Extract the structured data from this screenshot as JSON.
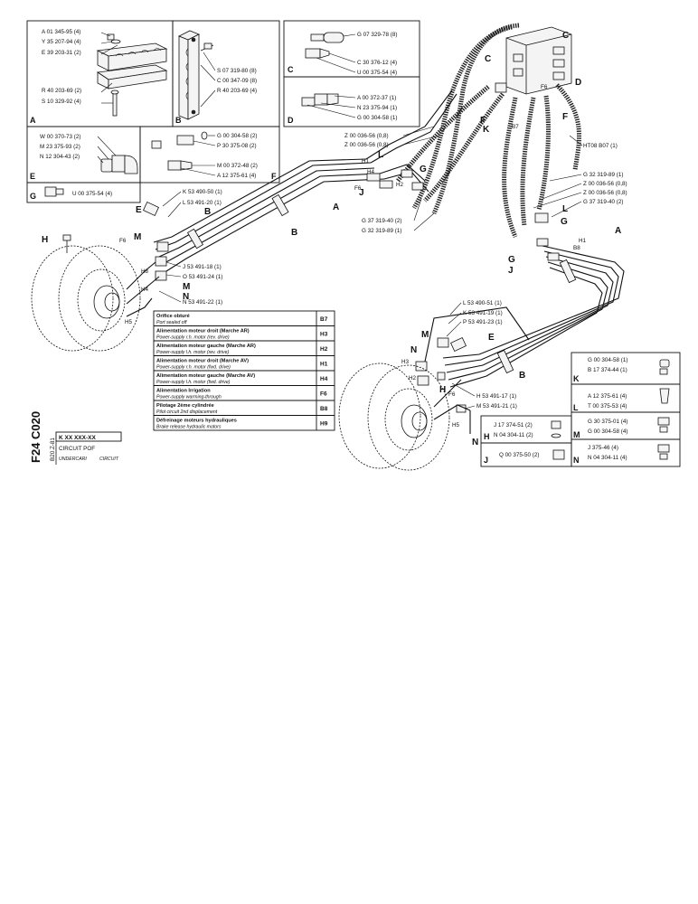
{
  "sheet": {
    "vertical_code": "F24  C020",
    "small_code": "B20.Z-81",
    "ref": "K XX XXX-XX",
    "title_fr": "CIRCUIT POF",
    "title_en_1": "UNDERCARI",
    "title_en_2": "CIRCUIT"
  },
  "inset_boxes": {
    "A": {
      "letter": "A",
      "items": [
        "A 01 345-95 (4)",
        "Y 35 207-94 (4)",
        "E 39 203-31 (2)",
        "R 40 203-69 (2)",
        "S 10 329-92 (4)"
      ]
    },
    "B": {
      "letter": "B",
      "items": [
        "S 07 319-80 (8)",
        "C 00 347-09 (8)",
        "R 40 203-69 (4)"
      ]
    },
    "C": {
      "letter": "C",
      "items": [
        "G 07 329-78 (8)",
        "C 30 376-12 (4)",
        "U 00 375-54 (4)"
      ]
    },
    "D": {
      "letter": "D",
      "items": [
        "A 00 372-37 (1)",
        "N 23 375-94 (1)",
        "G 00 304-58 (1)"
      ]
    },
    "E": {
      "letter": "E",
      "items": [
        "W 00 370-73 (2)",
        "M 23 375-93 (2)",
        "N 12 304-43 (2)"
      ]
    },
    "F": {
      "letter": "F",
      "items": [
        "G 00 304-58 (2)",
        "P 30 375-08 (2)",
        "M 00 372-48 (2)",
        "A 12 375-61 (4)"
      ]
    },
    "G": {
      "letter": "G",
      "items": [
        "U 00 375-54 (4)"
      ]
    },
    "K": {
      "letter": "K",
      "items": [
        "G 00 304-58 (1)",
        "B 17 374-44 (1)"
      ]
    },
    "L": {
      "letter": "L",
      "items": [
        "A 12 375-61 (4)",
        "T 00 375-53 (4)"
      ]
    },
    "M": {
      "letter": "M",
      "items": [
        "G 30 375-01 (4)",
        "G 00 304-58 (4)"
      ]
    },
    "N": {
      "letter": "N",
      "items": [
        "J 375-46 (4)",
        "N 04 304-11 (4)"
      ]
    },
    "H": {
      "letter": "H",
      "items": [
        "J 17 374-51 (2)",
        "N 04 304-11 (2)"
      ]
    },
    "J": {
      "letter": "J",
      "items": [
        "Q 00 375-50 (2)"
      ]
    }
  },
  "callouts": {
    "z056_a": "Z 00 036-56 (0,8)",
    "z056_b": "Z 00 036-56 (0,8)",
    "htob": "HT08 B07 (1)",
    "g32_a": "G 32 319-89 (1)",
    "z056_c": "Z 00 036-56 (0,8)",
    "z056_d": "Z 00 036-56 (0,8)",
    "g37_a": "G 37 319-40 (2)",
    "g37_b": "G 37 319-40 (2)",
    "g32_b": "G 32 319-89 (1)",
    "k53": "K 53 490-50 (1)",
    "l53": "L 53 491-20 (1)",
    "j53": "J 53 491-18 (1)",
    "o53": "O 53 491-24 (1)",
    "n53": "N 53 491-22 (1)",
    "l53b": "L 53 490-51 (1)",
    "k53b": "K 53 491-19 (1)",
    "p53": "P 53 491-23 (1)",
    "h53": "H 53 491-17 (1)",
    "m53": "M 53 491-21 (1)"
  },
  "letters": {
    "C": "C",
    "D": "D",
    "F": "F",
    "K": "K",
    "J": "J",
    "A": "A",
    "B": "B",
    "E": "E",
    "H": "H",
    "M": "M",
    "N": "N",
    "G": "G",
    "L": "L"
  },
  "hose_codes": {
    "h1": "H1",
    "h2": "H2",
    "h3": "H3",
    "h4": "H4",
    "h5": "H5",
    "f6": "F6",
    "b7": "B7",
    "b8": "B8",
    "h8": "H8"
  },
  "legend": [
    {
      "fr": "Orifice obturé",
      "en": "Port sealed off",
      "code": "B7"
    },
    {
      "fr": "Alimentation moteur droit (Marche AR)",
      "en": "Power-supply r.h. motor (rev. drive)",
      "code": "H3"
    },
    {
      "fr": "Alimentation moteur gauche (Marche AR)",
      "en": "Power-supply l.h. motor (rev. drive)",
      "code": "H2"
    },
    {
      "fr": "Alimentation moteur droit (Marche AV)",
      "en": "Power-supply r.h. motor (fwd. drive)",
      "code": "H1"
    },
    {
      "fr": "Alimentation moteur gauche (Marche AV)",
      "en": "Power-supply l.h. motor (fwd. drive)",
      "code": "H4"
    },
    {
      "fr": "Alimentation Irrigation",
      "en": "Power-supply warming-through",
      "code": "F6"
    },
    {
      "fr": "Pilotage 2ème cylindrée",
      "en": "Pilot circuit 2nd displacement",
      "code": "B8"
    },
    {
      "fr": "Défreinage moteurs hydrauliques",
      "en": "Brake release hydraulic motors",
      "code": "H9"
    }
  ]
}
